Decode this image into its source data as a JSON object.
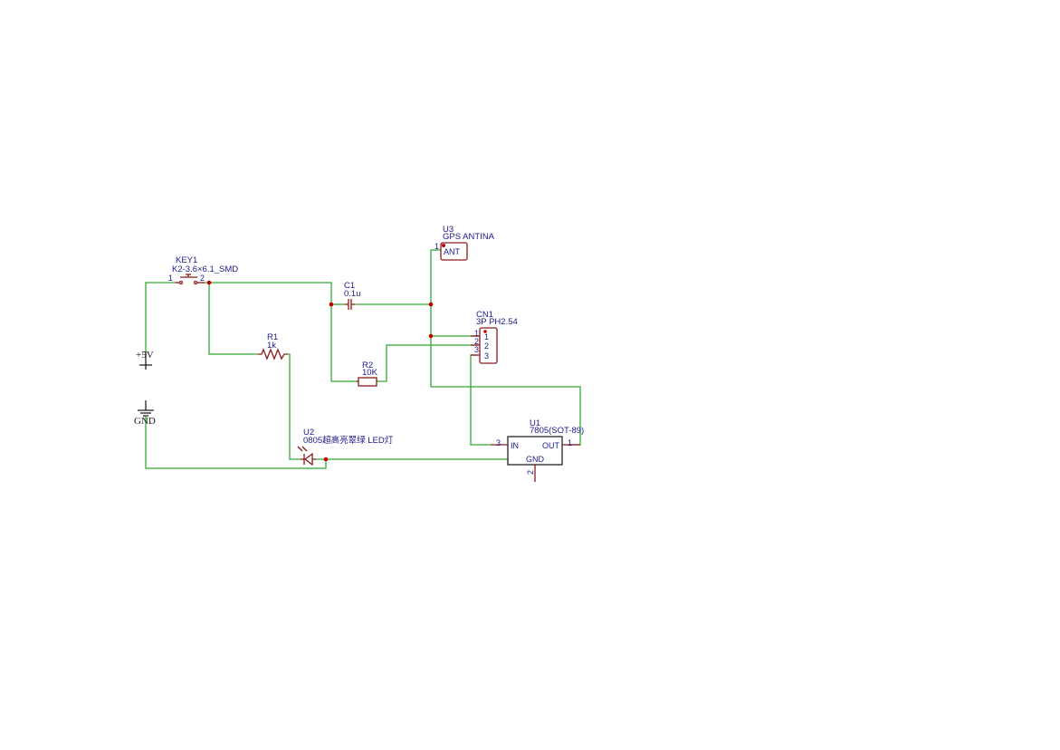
{
  "components": {
    "key1": {
      "ref": "KEY1",
      "value": "K2-3.6×6.1_SMD",
      "pin1": "1",
      "pin2": "2"
    },
    "c1": {
      "ref": "C1",
      "value": "0.1u"
    },
    "u3": {
      "ref": "U3",
      "value": "GPS ANTINA",
      "pin_label": "ANT",
      "pin1": "1"
    },
    "cn1": {
      "ref": "CN1",
      "value": "3P PH2.54",
      "pins": [
        "1",
        "2",
        "3"
      ]
    },
    "r1": {
      "ref": "R1",
      "value": "1k"
    },
    "r2": {
      "ref": "R2",
      "value": "10K"
    },
    "u2": {
      "ref": "U2",
      "value": "0805超高亮翠绿 LED灯"
    },
    "u1": {
      "ref": "U1",
      "value": "7805(SOT-89)",
      "in_label": "IN",
      "out_label": "OUT",
      "gnd_label": "GND",
      "pin_in": "3",
      "pin_out": "1",
      "pin_gnd": "2"
    }
  },
  "power": {
    "vcc": "+5V",
    "gnd": "GND"
  },
  "colors": {
    "wire": "#33a833",
    "part": "#8b1a1a",
    "text": "#1a1a8c",
    "junction": "#c00000"
  }
}
